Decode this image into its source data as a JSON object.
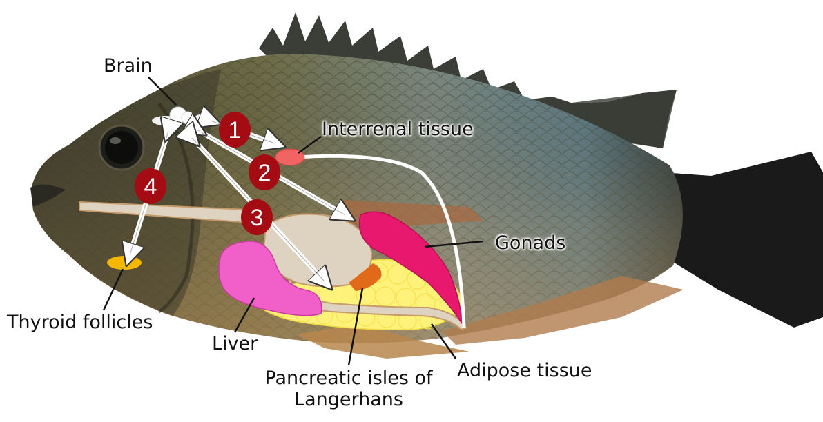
{
  "labels": {
    "brain": "Brain",
    "interrenal": "Interrenal tissue",
    "gonads": "Gonads",
    "thyroid": "Thyroid follicles",
    "liver": "Liver",
    "pancreatic": "Pancreatic isles of",
    "pancreatic2": "Langerhans",
    "adipose": "Adipose tissue"
  },
  "axes": {
    "a1": "1",
    "a2": "2",
    "a3": "3",
    "a4": "4"
  },
  "colors": {
    "badge": "#a50b12",
    "liver": "#f060c8",
    "gonads": "#e8186e",
    "adipose": "#ffef7a",
    "thyroid": "#f5b800",
    "interrenal": "#f26363",
    "pancreas": "#e06a1a",
    "gut": "#ddd3c0",
    "fish_body": "#6f6d4a",
    "tail": "#1b1a1a"
  }
}
